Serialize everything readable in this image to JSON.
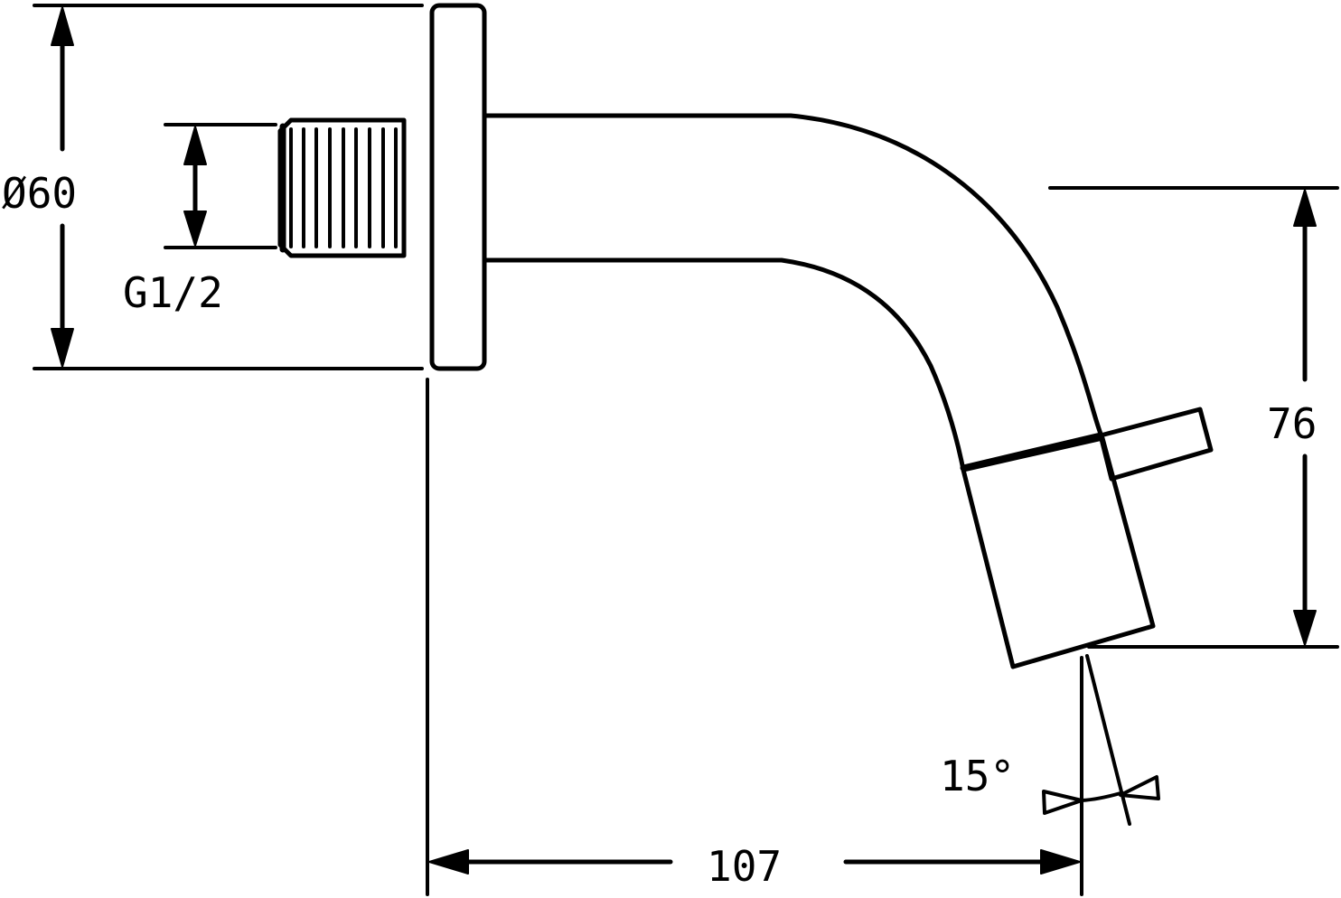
{
  "drawing": {
    "type": "technical-dimension-drawing",
    "subject": "wall-mounted spout (side view)",
    "background": "#ffffff",
    "line_color": "#000000"
  },
  "dimensions": {
    "diameter": {
      "label": "Ø60",
      "value": 60,
      "kind": "diameter"
    },
    "thread": {
      "label": "G1/2",
      "kind": "thread-size"
    },
    "height": {
      "label": "76",
      "value": 76,
      "kind": "linear-vertical"
    },
    "projection": {
      "label": "107",
      "value": 107,
      "kind": "linear-horizontal"
    },
    "angle": {
      "label": "15°",
      "value": 15,
      "kind": "angular"
    }
  }
}
